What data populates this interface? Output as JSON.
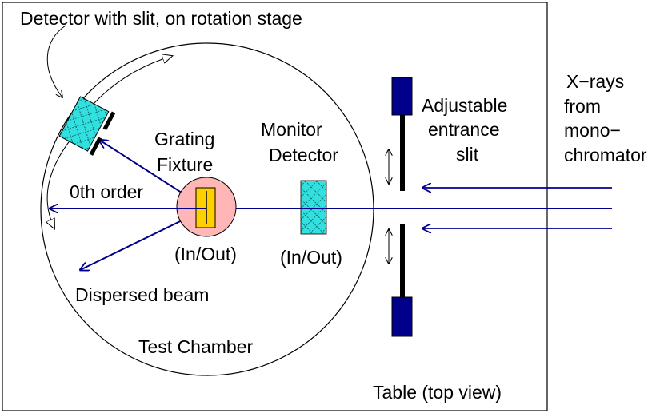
{
  "labels": {
    "detector_on_stage": "Detector with slit, on rotation stage",
    "grating_line1": "Grating",
    "grating_line2": "Fixture",
    "monitor_line1": "Monitor",
    "monitor_line2": "Detector",
    "zeroth_order": "0th order",
    "grating_in_out": "(In/Out)",
    "monitor_in_out": "(In/Out)",
    "dispersed_beam": "Dispersed beam",
    "test_chamber": "Test Chamber",
    "table": "Table (top view)",
    "slit_line1": "Adjustable",
    "slit_line2": "entrance",
    "slit_line3": "slit",
    "xray_line1": "X−rays",
    "xray_line2": "from",
    "xray_line3": "mono−",
    "xray_line4": "chromator"
  },
  "colors": {
    "beam": "#00008b",
    "slit_block": "#00008b",
    "detector_fill": "#33e0e0",
    "grating_fill": "#ffd000",
    "fixture_fill": "#ffb6b6",
    "outline": "#000000"
  },
  "icons": {
    "detector": "detector-grid-icon",
    "monitor": "monitor-detector-grid-icon",
    "slit_adjust": "double-arrow-icon"
  }
}
